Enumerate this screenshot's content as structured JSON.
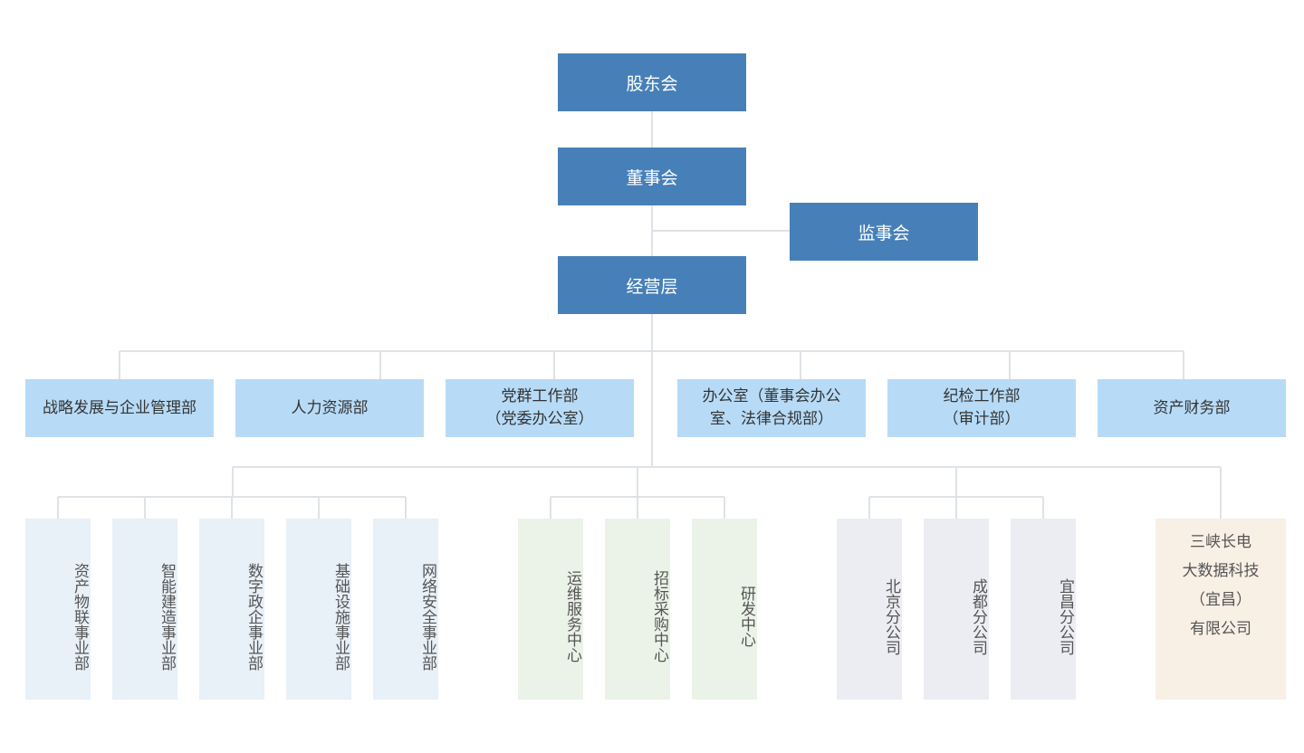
{
  "colors": {
    "governance": "#4780b8",
    "functional_departments": "#b7dbf7",
    "business_units": "#e8f0f8",
    "centers": "#ebf3e8",
    "branches": "#ebedf2",
    "subsidiary": "#f8efe5",
    "connector": "#dfe3e7"
  },
  "governance": {
    "shareholders": "股东会",
    "board": "董事会",
    "supervisory_board": "监事会",
    "management": "经营层"
  },
  "departments": [
    "战略发展与企业管理部",
    "人力资源部",
    "党群工作部\n（党委办公室）",
    "办公室（董事会办公\n室、法律合规部）",
    "纪检工作部\n（审计部）",
    "资产财务部"
  ],
  "business_units": [
    "资产物联事业部",
    "智能建造事业部",
    "数字政企事业部",
    "基础设施事业部",
    "网络安全事业部"
  ],
  "centers": [
    "运维服务中心",
    "招标采购中心",
    "研发中心"
  ],
  "branches": [
    "北京分公司",
    "成都分公司",
    "宜昌分公司"
  ],
  "subsidiary": "三峡长电\n大数据科技\n（宜昌）\n有限公司"
}
